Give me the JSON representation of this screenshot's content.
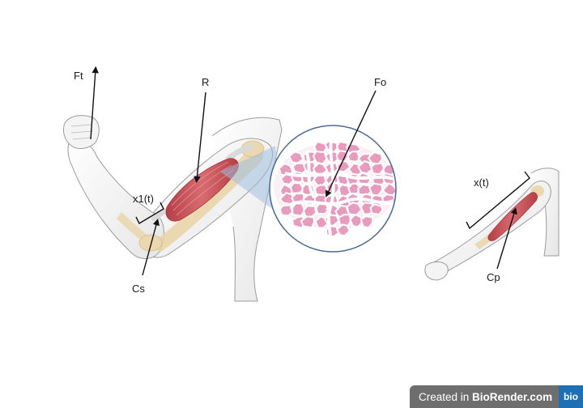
{
  "labels": {
    "ft": "Ft",
    "r": "R",
    "fo": "Fo",
    "x1t": "x1(t)",
    "cs": "Cs",
    "xt": "x(t)",
    "cp": "Cp"
  },
  "watermark": {
    "prefix": "Created in ",
    "brand": "BioRender.com",
    "logo": "bio"
  },
  "colors": {
    "muscle": "#c9545a",
    "muscle_fascicle": "#e8d6ce",
    "skin_outline": "#9c9c9c",
    "bone": "#e9d3a6",
    "tissue_pink": "#e89bbd",
    "circle_border": "#4a6a95",
    "magnifier_cone": "#9fbfe0",
    "badge_bg": "#6e6e6e",
    "badge_logo": "#1f6fb5"
  }
}
